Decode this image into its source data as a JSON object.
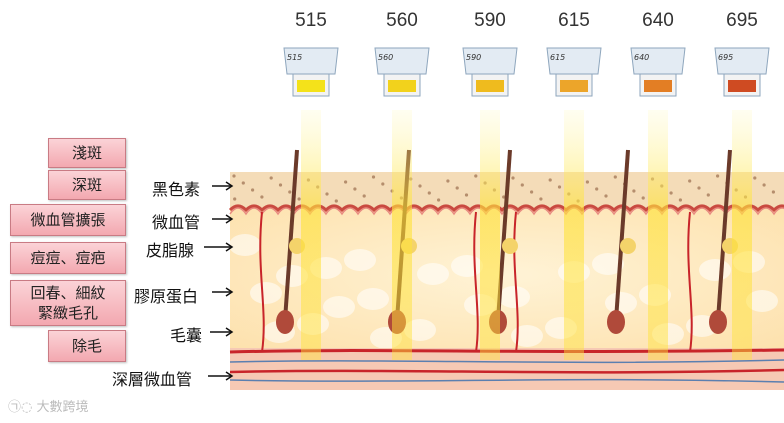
{
  "wavelengths": [
    {
      "nm": "515",
      "color": "#f4e21a"
    },
    {
      "nm": "560",
      "color": "#f2d21c"
    },
    {
      "nm": "590",
      "color": "#efbb1e"
    },
    {
      "nm": "615",
      "color": "#eca52a"
    },
    {
      "nm": "640",
      "color": "#e37e24"
    },
    {
      "nm": "695",
      "color": "#cf4b22"
    }
  ],
  "conditions": [
    "淺斑",
    "深斑",
    "微血管擴張",
    "痘痘、痘疤",
    "回春、細紋\n緊緻毛孔",
    "除毛"
  ],
  "layers": [
    "黑色素",
    "微血管",
    "皮脂腺",
    "膠原蛋白",
    "毛囊",
    "深層微血管"
  ],
  "watermark": "大數跨境",
  "colors": {
    "epidermis": "#f4dcb8",
    "dermis": "#fde8c0",
    "deep": "#f6c9b4",
    "vessel": "#c8242a",
    "hair": "#6b3a2a"
  }
}
